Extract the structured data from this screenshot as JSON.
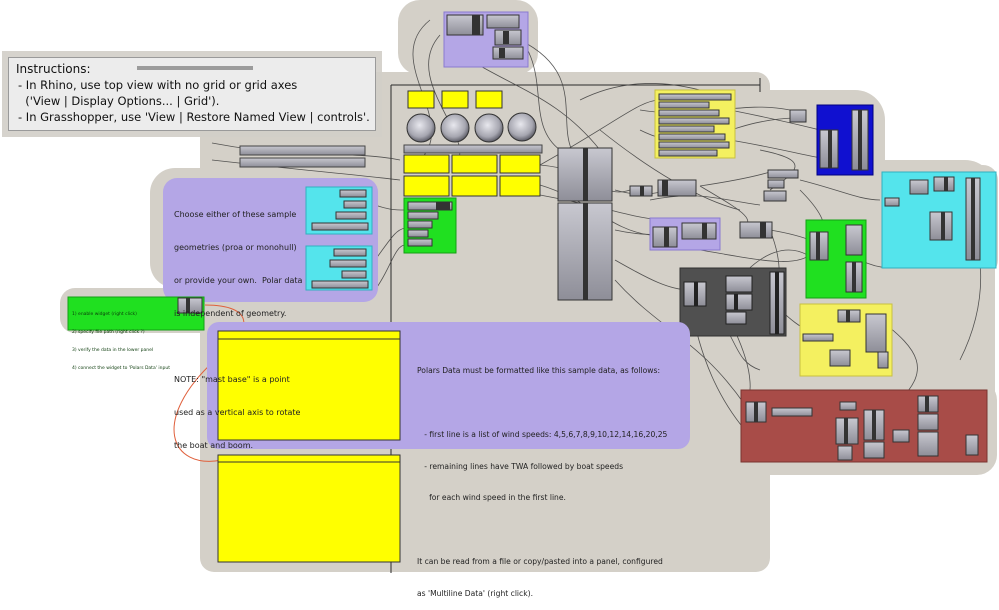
{
  "instructions": {
    "title": "Instructions:",
    "lines": [
      "- In Rhino, use top view with no grid or grid axes",
      "  ('View | Display Options... | Grid').",
      "- In Grasshopper, use 'View | Restore Named View | controls'."
    ]
  },
  "geometry_note": {
    "lines": [
      "Choose either of these sample",
      "geometries (proa or monohull)",
      "or provide your own.  Polar data",
      "is independent of geometry.",
      "",
      "NOTE: \"mast base\" is a point",
      "used as a vertical axis to rotate",
      "the boat and boom."
    ]
  },
  "polars_note": {
    "lines": [
      "Polars Data must be formatted like this sample data, as follows:",
      "",
      "   - first line is a list of wind speeds: 4,5,6,7,8,9,10,12,14,16,20,25",
      "   - remaining lines have TWA followed by boat speeds",
      "     for each wind speed in the first line.",
      "",
      "It can be read from a file or copy/pasted into a panel, configured",
      "as 'Multiline Data' (right click)."
    ]
  },
  "widget_note": {
    "lines": [
      "1) enable widget (right click)",
      "2) specify file path (right click ?)",
      "3) verify the data in the lower panel",
      "4) connect the widget to 'Polars Data' input"
    ]
  },
  "colors": {
    "canvas_bg": "#d4d0c8",
    "group_purple": "#b4a6e6",
    "group_blue": "#1010d0",
    "group_cyan": "#54e4ec",
    "group_green": "#20e020",
    "group_yellow": "#f4f060",
    "group_dark": "#505050",
    "group_red": "#a84c48",
    "panel_yellow": "#ffff00",
    "component_grey": "#a0a0a8"
  }
}
